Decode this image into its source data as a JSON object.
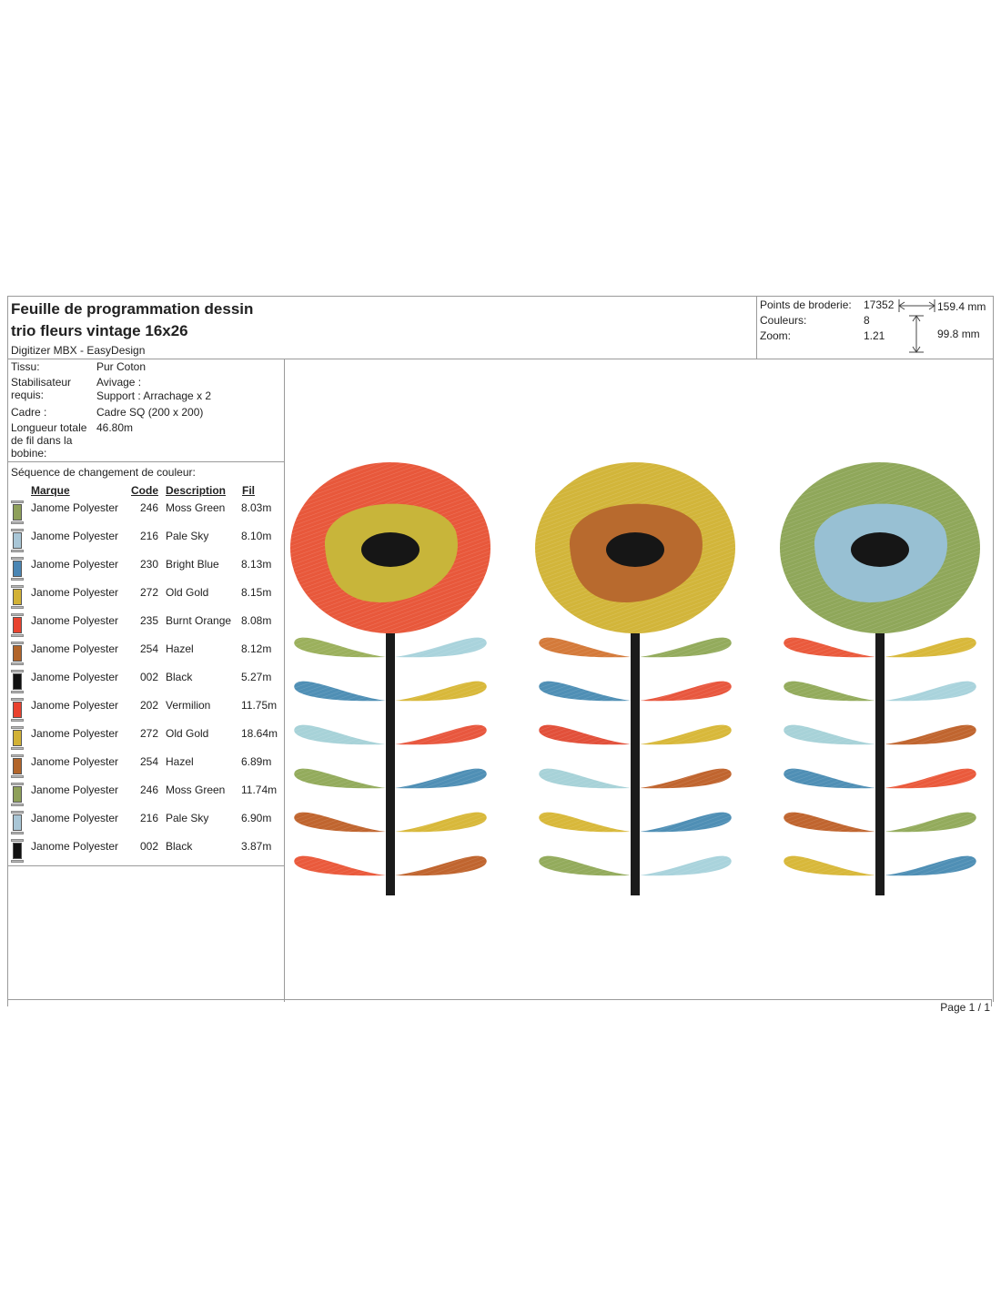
{
  "header": {
    "title_line1": "Feuille de programmation dessin",
    "title_line2": "trio fleurs vintage 16x26",
    "software": "Digitizer MBX - EasyDesign",
    "stats": [
      {
        "label": "Points de broderie:",
        "value": "17352"
      },
      {
        "label": "Couleurs:",
        "value": "8"
      },
      {
        "label": "Zoom:",
        "value": "1.21"
      }
    ],
    "width": "159.4 mm",
    "height": "99.8 mm"
  },
  "info": [
    {
      "label": "Tissu:",
      "value": "Pur Coton"
    },
    {
      "label": "Stabilisateur requis:",
      "value": "Avivage :"
    },
    {
      "label": "",
      "value": "Support : Arrachage x 2"
    },
    {
      "label": "Cadre :",
      "value": "Cadre SQ (200 x 200)"
    },
    {
      "label": "Longueur totale de fil dans la bobine:",
      "value": "46.80m"
    }
  ],
  "sequence": {
    "title": "Séquence de changement de couleur:",
    "headers": {
      "brand": "Marque",
      "code": "Code",
      "description": "Description",
      "thread": "Fil"
    },
    "rows": [
      {
        "brand": "Janome Polyester",
        "code": "246",
        "description": "Moss Green",
        "thread": "8.03m",
        "color": "#8ea05a"
      },
      {
        "brand": "Janome Polyester",
        "code": "216",
        "description": "Pale Sky",
        "thread": "8.10m",
        "color": "#a9c6d6"
      },
      {
        "brand": "Janome Polyester",
        "code": "230",
        "description": "Bright Blue",
        "thread": "8.13m",
        "color": "#4a86b4"
      },
      {
        "brand": "Janome Polyester",
        "code": "272",
        "description": "Old Gold",
        "thread": "8.15m",
        "color": "#d2b236"
      },
      {
        "brand": "Janome Polyester",
        "code": "235",
        "description": "Burnt Orange",
        "thread": "8.08m",
        "color": "#e8432f"
      },
      {
        "brand": "Janome Polyester",
        "code": "254",
        "description": "Hazel",
        "thread": "8.12m",
        "color": "#b2652a"
      },
      {
        "brand": "Janome Polyester",
        "code": "002",
        "description": "Black",
        "thread": "5.27m",
        "color": "#111111"
      },
      {
        "brand": "Janome Polyester",
        "code": "202",
        "description": "Vermilion",
        "thread": "11.75m",
        "color": "#e9412e"
      },
      {
        "brand": "Janome Polyester",
        "code": "272",
        "description": "Old Gold",
        "thread": "18.64m",
        "color": "#d2b236"
      },
      {
        "brand": "Janome Polyester",
        "code": "254",
        "description": "Hazel",
        "thread": "6.89m",
        "color": "#b2652a"
      },
      {
        "brand": "Janome Polyester",
        "code": "246",
        "description": "Moss Green",
        "thread": "11.74m",
        "color": "#8ea05a"
      },
      {
        "brand": "Janome Polyester",
        "code": "216",
        "description": "Pale Sky",
        "thread": "6.90m",
        "color": "#a9c6d6"
      },
      {
        "brand": "Janome Polyester",
        "code": "002",
        "description": "Black",
        "thread": "3.87m",
        "color": "#111111"
      }
    ]
  },
  "design": {
    "flowers": [
      {
        "outer": "#e8583b",
        "middle": "#c8b53a",
        "center": "#161616",
        "left_leaves": [
          "#9bb05c",
          "#4f8fb5",
          "#a7d2d8",
          "#93ab5c",
          "#c0652f",
          "#ea5a3c"
        ],
        "right_leaves": [
          "#a9d3dc",
          "#d8b83a",
          "#e8573e",
          "#4f8fb5",
          "#d8b83a",
          "#c0652f"
        ]
      },
      {
        "outer": "#d2b53a",
        "middle": "#b86a2e",
        "center": "#161616",
        "left_leaves": [
          "#d47a3a",
          "#4f8fb5",
          "#e2503a",
          "#a7d2d8",
          "#d8b83a",
          "#93ab5c"
        ],
        "right_leaves": [
          "#93ab5c",
          "#e8573e",
          "#d8b83a",
          "#c0652f",
          "#4f8fb5",
          "#a9d3dc"
        ]
      },
      {
        "outer": "#8fa75a",
        "middle": "#98c0d3",
        "center": "#161616",
        "left_leaves": [
          "#ea5a3c",
          "#93ab5c",
          "#a7d2d8",
          "#4f8fb5",
          "#c0652f",
          "#d8b83a"
        ],
        "right_leaves": [
          "#d8b83a",
          "#a9d3dc",
          "#c0652f",
          "#ea5a3c",
          "#93ab5c",
          "#4f8fb5"
        ]
      }
    ]
  },
  "footer": {
    "page": "Page 1 / 1"
  }
}
